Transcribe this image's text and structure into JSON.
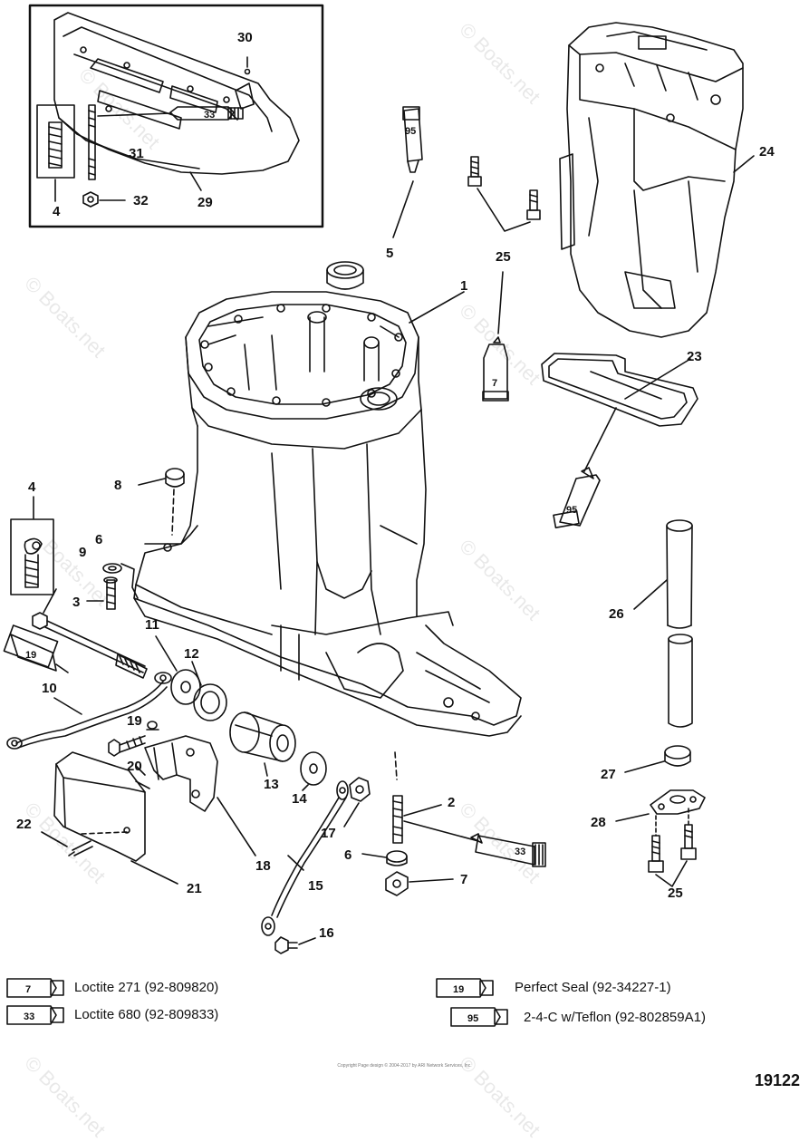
{
  "diagram": {
    "callouts": [
      "30",
      "31",
      "32",
      "29",
      "4",
      "24",
      "25",
      "5",
      "1",
      "95",
      "7",
      "23",
      "33",
      "8",
      "4",
      "6",
      "9",
      "3",
      "11",
      "12",
      "19",
      "10",
      "19",
      "20",
      "26",
      "27",
      "28",
      "13",
      "14",
      "2",
      "22",
      "17",
      "6",
      "7",
      "18",
      "15",
      "21",
      "25",
      "16"
    ],
    "tube_numbers": {
      "inset_33": "33",
      "t95_top": "95",
      "t7_mid": "7",
      "t95_right": "95",
      "t19_left": "19",
      "t33_bottom": "33"
    },
    "legend": [
      {
        "code": "7",
        "text": "Loctite  271 (92-809820)"
      },
      {
        "code": "33",
        "text": "Loctite 680 (92-809833)"
      },
      {
        "code": "19",
        "text": "Perfect Seal (92-34227-1)"
      },
      {
        "code": "95",
        "text": "2-4-C w/Teflon (92-802859A1)"
      }
    ],
    "watermark": "© Boats.net",
    "watermark_center": "Boats.net",
    "copyright": "Copyright\nPage design © 2004-2017 by ARI Network Services, Inc.",
    "figure_number": "19122"
  },
  "colors": {
    "line": "#111111",
    "background": "#ffffff"
  }
}
